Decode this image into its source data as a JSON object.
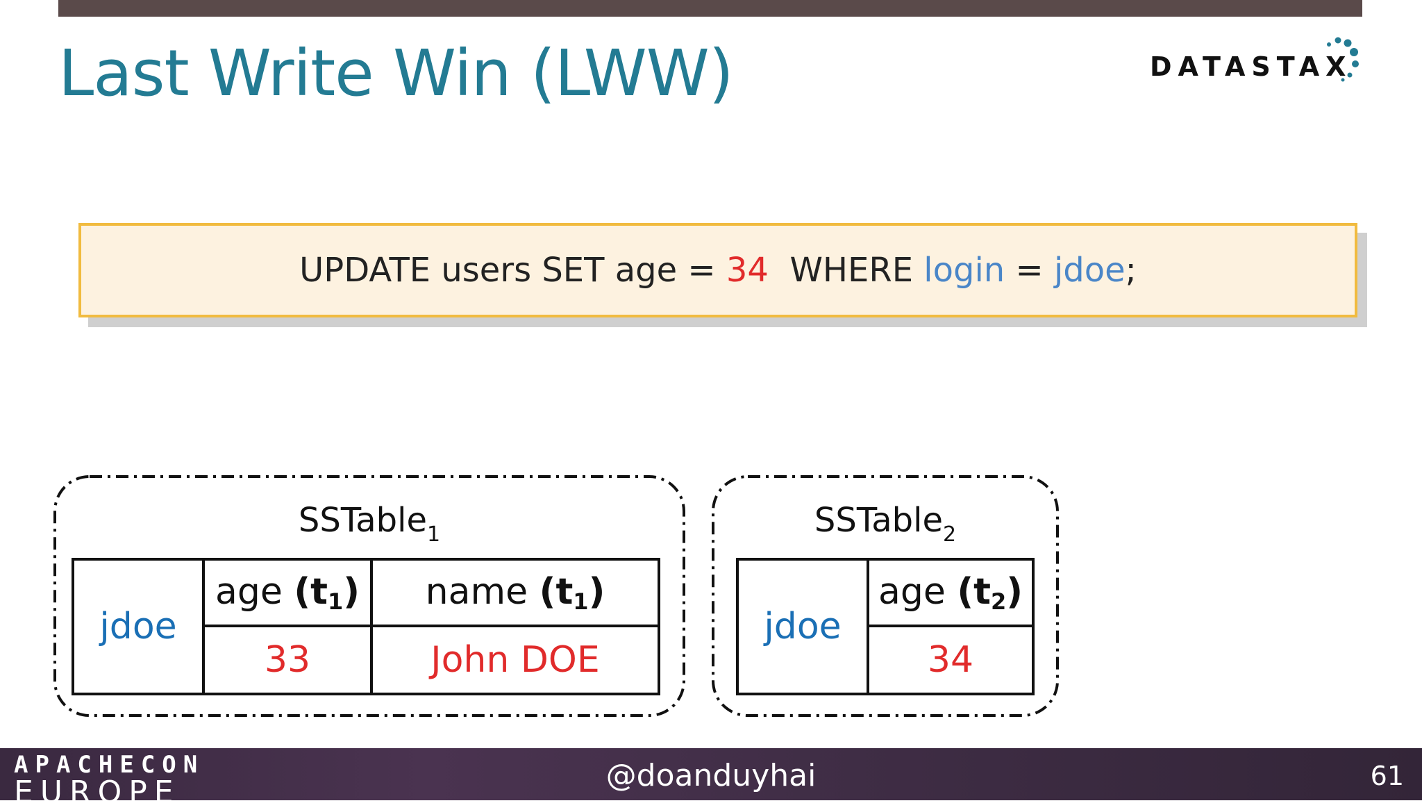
{
  "slide": {
    "title": "Last Write Win (LWW)",
    "page_number": "61",
    "handle": "@doanduyhai"
  },
  "logo": {
    "text": "DATASTAX"
  },
  "conference_logo": {
    "line1": "APACHECON",
    "line2": "EUROPE"
  },
  "query": {
    "part1": "UPDATE users SET age = ",
    "value": "34",
    "part2": "  WHERE ",
    "column": "login",
    "eq": " = ",
    "key": "jdoe",
    "end": ";"
  },
  "sstable1": {
    "title": "SSTable",
    "title_sub": "1",
    "row_key": "jdoe",
    "columns": [
      {
        "name": "age",
        "ts": "t",
        "ts_sub": "1",
        "value": "33"
      },
      {
        "name": "name",
        "ts": "t",
        "ts_sub": "1",
        "value": "John DOE"
      }
    ]
  },
  "sstable2": {
    "title": "SSTable",
    "title_sub": "2",
    "row_key": "jdoe",
    "columns": [
      {
        "name": "age",
        "ts": "t",
        "ts_sub": "2",
        "value": "34"
      }
    ]
  },
  "colors": {
    "title": "#237b93",
    "highlight_red": "#e12b2b",
    "highlight_blue": "#4a86c8",
    "key_blue": "#1a6fb5",
    "box_border": "#f1bb3f",
    "box_fill": "#fdf2e0"
  }
}
